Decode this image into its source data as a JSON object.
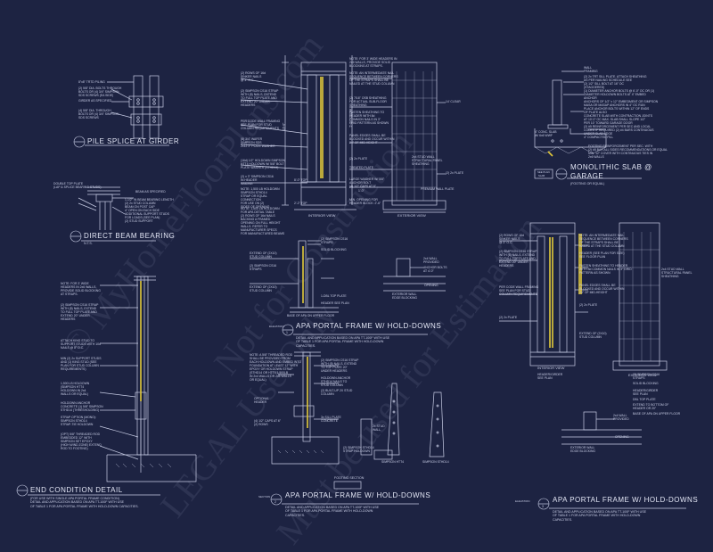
{
  "colors": {
    "background": "#1d2342",
    "linework": "#c9cee6",
    "accent": "#e3c93a",
    "watermark": "#b9c0e1"
  },
  "watermark": {
    "lines": [
      "© MyHomeFloorPlans.com",
      "Not for Construction",
      "LEGAL Use Only",
      "Must be used for Estimation"
    ]
  },
  "pile_splice": {
    "title": "PILE SPLICE AT GIRDER",
    "notes": [
      "8\"x8\" TRTD PILING",
      "(2) 5/8\" DIA. BOLTS THROUGH\nBOLTS OR (4) 3/4\" SIMPSON\nSDS SCREWS (EA SIDE)",
      "GIRDER AS SPECIFIED",
      "(4) 5/8\" DIA. THROUGH\nBOLTS OR (4) 3/4\" SIMPSON\nSDS SCREWS"
    ]
  },
  "direct_beam": {
    "title": "DIRECT BEAM BEARING",
    "scale": "N.T.S.",
    "notes": [
      "DOUBLE TOP PLATE\n(LAP & SPLICE BEARING STUDS)",
      "BEAM AS SPECIFIED",
      "1-1/2\" IN BEAM BEARING LENGTH\n(2) 2x STUD COLUMN\nBEAM ON POST CAP\n4\" OPEN ON EACH SIDE\nADDITIONAL SUPPORT STUDS\nFOR LOADS (SEE PLAN)",
      "(2) STUD SUPPORT"
    ]
  },
  "end_condition": {
    "title": "END CONDITION DETAIL",
    "subtitle": "(FOR USE WITH SINGLE APA PORTAL FRAME CONDITION)\nDETAIL AND APPLICATION BASED ON APA TT-100F WITH USE\nOF TABLE 1 FOR APA PORTAL FRAME WITH HOLD-DOWN CAPACITIES.",
    "notes": [
      "NOTE: FOR 3' WIDE\nHEADERS IN 2x6 WALLS,\nPROVIDE SOLID BLOCKING\nAT STRAPS.",
      "(2) SIMPSON CS16 STRAP\nWITH (8) NAILS, EXTEND\nTO FULL TOP PLATE AND\nEXTEND 20\" UNDER\nHEADERS",
      "ATTACH KING STUD TO\nSUPPORT STUDS WITH 10d\nNAILS @ 8\" O.C.",
      "MIN (2) 2x SUPPORT STUDS\nAND (1) KING STUD (SEE\nPLAN FOR STUD COLUMN\nREQUIREMENTS)",
      "1,500 LB HOLDOWN\n(SIMPSON HTT4\nHOLDOWN IN 2x4\nWALLS OR EQUAL)",
      "HOLDOWN ANCHOR\nCONCRETE (1) 5/8\" SIMPSON\nSTHD14 (THRESHOLDING)",
      "STRAP OPTION (MONO):\nSIMPSON STHD14\nSTRAP-TIE HOLDOWN",
      "(OPT) 5/8\" THREADED ROD\nEMBEDDED 12\" WITH\nSIMPSON SET EPOXY\n(HIGH WIND ZONE) EXTEND\nROD TO FOOTING)"
    ]
  },
  "center_top": {
    "interior_label": "INTERIOR VIEW",
    "exterior_label": "EXTERIOR VIEW",
    "notes_left": [
      "(2) ROWS OF 16d\nSINKER NAILS\n@ 3\" O.C.",
      "(2) SIMPSON CS16 STRAP\nWITH (8) NAILS, EXTEND\nTO FULL TOP PLATE AND\nEXTEND 20\" UNDER\nHEADERS",
      "PER CODE WALL FRAMING\nSEE PLAN FOR STUD\nCOLUMN REQUIREMENTS",
      "(8) 3/4\" WAFER\nSIMPSON SDS\n2x12 3\" PLATE WASHER",
      "(16d) 1/2\" HOLDOWN SIMPSON\nHTT4 HOLDOWN W/ 5/8\" BOLT\nPLATE WASHER (STHD14)",
      "(2) x 3\" SIMPSON CS16\nIN HEADER\nNAILING",
      "NOTE: 1,500 LB HOLDOWN\nSIMPSON STHD14\nSTRAP OR EQUAL\nCONNECTION\nFOR USE ON (2)\nSIDES OF OPENING",
      "NOTE: 1,500 LB HOLDOWN\nFOR APA DETAIL TABLE\n(2) ROWS OF 16d NAILS\nBACKING A FRAMED\nOPENING ON FULL HEIGHT\nWALLS. REFER TO\nMANUFACTURER SPECS\nFOR MANUFACTURED BEAMS"
    ],
    "notes_mid": [
      "NOTE: FOR 3' WIDE HEADERS IN\n2x6 WALLS, PROVIDE SOLID\nBLOCKING AT STRAPS.",
      "NOTE: AN INTERMEDIATE NAIL\nSEQUENCE BETWEEN CORNERS\nOF THE STRAPS SHALL BE\nNAILED AT THE STUD COLUMN",
      "(2) 7/16\" OSB SHEATHING\nFOR ACTUAL SUB-FLOOR\nSHEATHING",
      "FASTEN SHEATHING TO\nHEADER WITH 8d\nCOMMON NAILS IN 3\"\nGRID PATTERN AS SHOWN",
      "PANEL EDGES SHALL BE\nBLOCKED AND OCCUR WITHIN\n24\" OF MID-HEIGHT",
      "(2) 2x PLATE",
      "TREATED PLATE",
      "LARGE WASHER W/ 5/8\"\nANCHOR BOLT\n(4) 1/2\" CAPS AT 6\"",
      "MIN. OPENING FOR\nHEADER BLOCK: 2'-6\""
    ],
    "notes_right": [
      "14' CLEAR",
      "2x4 STUD WALL\nSTRUCTURAL PANEL\nSHEATHING",
      "(2) 2x PLATE",
      "PREMIUM WALL PLATE"
    ],
    "dims": [
      "16'-6\"",
      "5'-10\" CLEAR",
      "8'-0\" TOP",
      "1'-0\"",
      "2'-2\" TOP"
    ]
  },
  "monolithic": {
    "title": "MONOLITHIC SLAB @",
    "title2": "GARAGE",
    "subtitle": "(FOOTING OR EQUAL)",
    "tag": "SEE PLAN",
    "tag2": "SLAB",
    "notes": [
      "WALL\nFRAMING",
      "(2) 2x TRT SILL PLATE. ATTACH SHEATHING\nAS PER NAILING SCHEDULE SEE\n(2) 1/2\" SILL BOLT AT 16\" OC\n(STAGGERED)",
      "(1) DIAMETER ANCHOR BOLTS @ 6'-0\" OC OR (1)\nDIAMETER HOLDOWN BOLTS AT 4\" EMBED\nANCHOR\nANCHORS OF 1/2\" x 12\" EMBEDMENT OR SIMPSON\nMASA OR MASAP ANCHORS IN 4\" OC RUN\nPLACE ANCHOR BOLTS WITHIN 12\" OF ENDS\nOF PLATE ALSO",
      "CONCRETE SLAB WITH CONTRACTION JOINTS\nAT 10'-0\" OC MAX. SLAB SHALL SLOPE 1/2\"\nPER 10' TOWARD GARAGE DOOR",
      "(2) #5 REINFORCEMENT PER SEC AND LOCAL\nCODES IF REQUIRED (2) #4 BARS CONTINUOUS\nUNDER SLAB EDGE",
      "4\" COMPACTED FILL",
      "4\" CONC. SLAB\nW/ 6x6 WWF",
      "FOOTING REINFORCEMENT PER SEC. WITH\n(2) #5 BAR ALL SIDES RECOMMENDATIONS OR EQUAL\nMIN. 12\" COVER WITH CONTINUOUS TIES IN\n2x6 WALLS"
    ]
  },
  "apa_center": {
    "title": "APA PORTAL FRAME W/ HOLD-DOWNS",
    "bubble_top": "ELEVATION",
    "bubble_mid": "1",
    "subtitle": "DETAIL AND APPLICATION BASED ON APA TT-100F WITH USE\nOF TABLE 1 FOR APA PORTAL FRAME WITH HOLD-DOWN\nCAPACITIES.",
    "notes": [
      "(2) SIMPSON CS16\nSTRAPS",
      "SOLID BLOCKING",
      "EXTEND OF (2X10)\nSTUD COLUMN",
      "(2) SIMPSON CS16\nSTRAPS",
      "EXTEND OF (2X10)\nSTUD COLUMN",
      "1-DBL TOP PLATE",
      "HEADER SEE PLAN",
      "BASE OF APA ON UPPER FLOOR",
      "2x4 WALL\nPROVIDED",
      "ANCHOR BOLTS\nAT 4'-0\"",
      "EXTERIOR WALL\nEDGE BLOCKING",
      "OPENING"
    ]
  },
  "apa_section": {
    "title": "APA PORTAL FRAME W/ HOLD-DOWNS",
    "bubble_top": "SECTION",
    "bubble_mid": "2",
    "subtitle": "DETAIL AND APPLICATION BASED ON APA TT-100F WITH USE\nOF TABLE 1 FOR APA PORTAL FRAME WITH HOLD-DOWN\nCAPACITIES.",
    "footing_label": "FOOTING SECTION",
    "htt4_label": "SIMPSON HTT4",
    "sthd_label": "SIMPSON STHD14",
    "notes": [
      "NOTE: A 5/8\" THREADED ROD\nSHALL BE PROVIDED FROM\nEACH HOLDOWN AND EMBED INTO\nFOUNDATION AT LEAST 12\" WITH\nEPOXY OR HOLDOWN STRAP\n(STHD14 OR HTT4 1,500LB\nIN 2x4 WALLS OR 2x6 WALLS\nOR EQUAL)",
      "(2) SIMPSON CS16 STRAP\nWITH (8) NAILS, EXTEND\nTO TOP PLATE 20\"\nUNDER HEADERS",
      "HOLDOWN ANCHOR\nSTHD14 NAILS TO\nSTUD COLUMN",
      "(2) BUILT-UP 2X STUD\nCOLUMN",
      "3x SILL PLATE\nCONCRETE",
      "OPTIONAL\nHEADER",
      "(4) 1/2\" CAPS AT 6\"\n(2) ROWS",
      "2x STUD\nWALL",
      "(2) SIMPSON STHD14\nSTRAP HOLDOWN"
    ]
  },
  "apa_right": {
    "title": "APA PORTAL FRAME W/ HOLD-DOWNS",
    "bubble_top": "ELEVATION",
    "bubble_mid": "3",
    "subtitle": "DETAIL AND APPLICATION BASED ON APA TT-100F WITH USE\nOF TABLE 1 FOR APA PORTAL FRAME WITH HOLD-DOWN\nCAPACITIES.",
    "interior_label": "INTERIOR VIEW",
    "exterior_label": "EXTERIOR VIEW",
    "notes_left": [
      "(2) ROWS OF 16d\nSINKER NAILS\n@ 3\" O.C.",
      "(2) SIMPSON CS16 STRAP\nWITH (8) NAILS, EXTEND\nTO FULL TOP PLATE AND\nEXTEND 20\" UNDER\nHEADERS",
      "PER CODE WALL FRAMING\nSEE PLAN FOR STUD\nCOLUMN REQUIREMENTS",
      "(2) 2x PLATE",
      "HEADER/GIRDER\nSEE PLAN"
    ],
    "notes_mid": [
      "NOTE: AN INTERMEDIATE NAIL\nSEQUENCE BETWEEN CORNERS\nOF THE STRAPS SHALL BE\nNAILED AT THE STUD COLUMN",
      "HEADER (SEE PLAN FOR SIZE)\nSEE FLOOR PLAN",
      "FASTEN SHEATHING TO HEADER\nWITH 8d COMMON NAILS IN 3\" GRID\nPATTERN AS SHOWN",
      "PANEL EDGES SHALL BE\nBLOCKED AND OCCUR WITHIN\n24\" OF MID-HEIGHT",
      "(2) 2x PLATE",
      "EXTEND OF (2X10)\nSTUD COLUMN"
    ],
    "notes_right": [
      "2x4 STUD WALL\nSTRUCTURAL PANEL\nSHEATHING",
      "(2) SIMPSON CS16\nSTRAPS",
      "SOLID BLOCKING",
      "HEADER/GIRDER\nSEE PLAN",
      "DBL TOP PLATE",
      "EXTEND TO BOTTOM OF\nHEADER OR 20\"",
      "BASE OF APA ON UPPER FLOOR",
      "2x4 WALL\nPROVIDED",
      "EXTERIOR WALL\nEDGE BLOCKING",
      "OPENING"
    ]
  }
}
